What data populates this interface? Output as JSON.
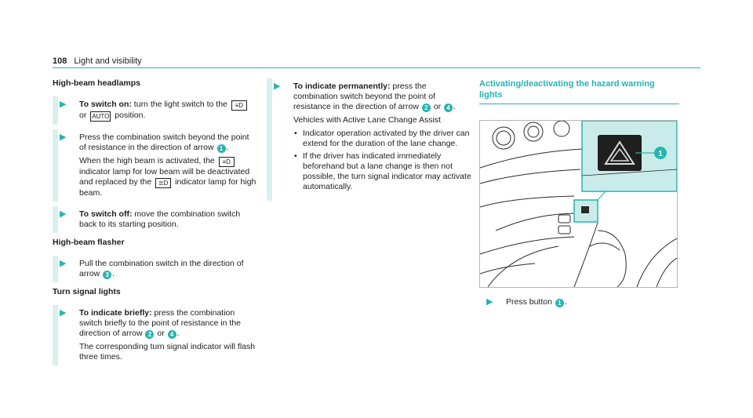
{
  "header": {
    "page_number": "108",
    "section": "Light and visibility"
  },
  "col1": {
    "high_beam_title": "High-beam headlamps",
    "switch_on": {
      "lead": "To switch on:",
      "text1": " turn the light switch to the",
      "sym1": "≡D",
      "or": " or ",
      "sym2": "AUTO",
      "text2": " position."
    },
    "press_combo": {
      "text1": "Press the combination switch beyond the point of resistance in the direction of arrow",
      "arrow": "1",
      "text2": ".",
      "text3": "When the high beam is activated, the",
      "sym_low": "≡D",
      "text4": "indicator lamp for low beam will be deactivated and replaced by the",
      "sym_high": "≣D",
      "text5": "indicator lamp for high beam."
    },
    "switch_off": {
      "lead": "To switch off:",
      "text": " move the combination switch back to its starting position."
    },
    "flasher_title": "High-beam flasher",
    "flasher": {
      "text1": "Pull the combination switch in the direction of arrow",
      "arrow": "3",
      "text2": "."
    },
    "turn_title": "Turn signal lights",
    "briefly": {
      "lead": "To indicate briefly:",
      "text1": " press the combination switch briefly to the point of resistance in the direction of arrow",
      "a2": "2",
      "or": " or ",
      "a4": "4",
      "text2": ".",
      "text3": "The corresponding turn signal indicator will flash three times."
    }
  },
  "col2": {
    "permanently": {
      "lead": "To indicate permanently:",
      "text1": " press the combination switch beyond the point of resistance in the direction of arrow",
      "a2": "2",
      "or": " or ",
      "a4": "4",
      "text2": ".",
      "text3": "Vehicles with Active Lane Change Assist",
      "items": [
        "Indicator operation activated by the driver can extend for the duration of the lane change.",
        "If the driver has indicated immediately beforehand but a lane change is then not possible, the turn signal indicator may activate automatically."
      ]
    }
  },
  "col3": {
    "title": "Activating/deactivating the hazard warning lights",
    "callout_number": "1",
    "press": {
      "text1": "Press button ",
      "num": "1",
      "text2": "."
    }
  },
  "colors": {
    "accent": "#25b4b1",
    "panel": "#d9f0ef",
    "inset_bg": "#c9ecea"
  }
}
